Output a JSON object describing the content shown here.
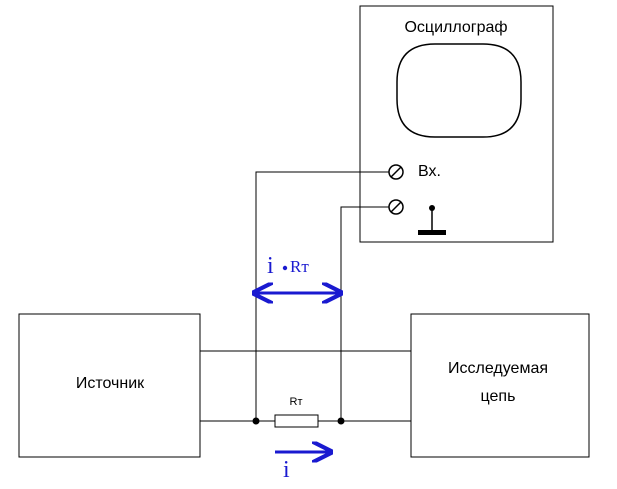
{
  "oscilloscope": {
    "title": "Осциллограф",
    "input_label": "Вх."
  },
  "source": {
    "label": "Источник"
  },
  "circuit": {
    "label_line1": "Исследуемая",
    "label_line2": "цепь"
  },
  "resistor": {
    "label": "Rт"
  },
  "voltage": {
    "i": "i",
    "r": "Rт"
  },
  "current": {
    "label": "i"
  },
  "colors": {
    "line": "#000000",
    "accent": "#1a1ad0",
    "background": "#ffffff"
  },
  "icons": [
    "terminal-icon",
    "ground-icon",
    "arrow-icon",
    "double-arrow-icon",
    "resistor-icon",
    "junction-dot-icon"
  ]
}
